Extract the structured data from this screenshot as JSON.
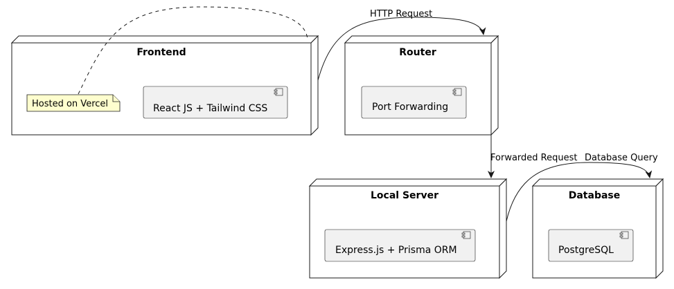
{
  "colors": {
    "node_fill": "#ffffff",
    "line": "#181818",
    "component_fill": "#f1f1f1",
    "component_border": "#181818",
    "note_fill": "#fefece",
    "note_border": "#181818"
  },
  "nodes": {
    "frontend": {
      "title": "Frontend",
      "component": "React JS + Tailwind CSS"
    },
    "router": {
      "title": "Router",
      "component": "Port Forwarding"
    },
    "local_server": {
      "title": "Local Server",
      "component": "Express.js + Prisma ORM"
    },
    "database": {
      "title": "Database",
      "component": "PostgreSQL"
    }
  },
  "note": {
    "text": "Hosted on Vercel"
  },
  "edges": {
    "http_request": "HTTP Request",
    "forwarded_request": "Forwarded Request",
    "database_query": "Database Query"
  }
}
